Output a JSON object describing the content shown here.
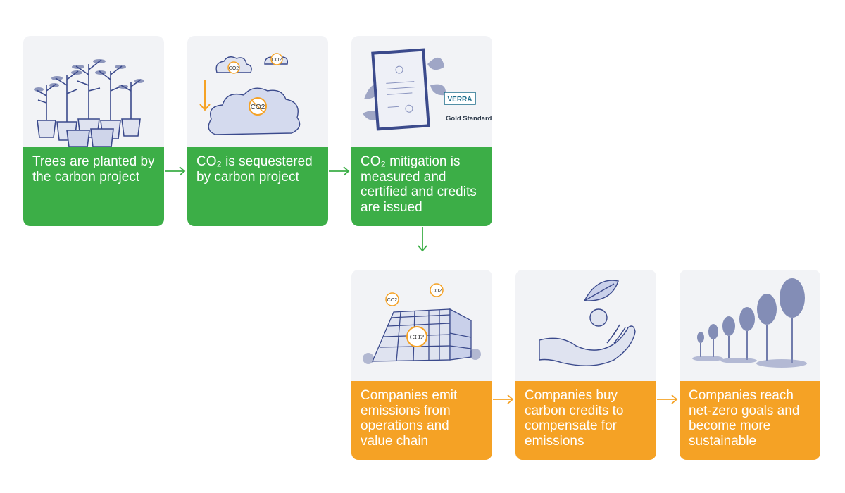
{
  "steps": [
    {
      "id": 1,
      "caption": "Trees are planted by the carbon project",
      "color": "#3cae47",
      "icon": "potted-trees-illustration"
    },
    {
      "id": 2,
      "caption": "CO₂ is sequestered by carbon project",
      "color": "#3cae47",
      "icon": "co2-clouds-illustration",
      "badges": [
        "CO2",
        "CO2",
        "CO2"
      ]
    },
    {
      "id": 3,
      "caption": "CO₂ mitigation is measured and certified and credits are issued",
      "color": "#3cae47",
      "icon": "certificate-illustration",
      "logos": {
        "verra": "VERRA",
        "gold_standard": "Gold Standard"
      }
    },
    {
      "id": 4,
      "caption": "Companies emit emissions from operations and value chain",
      "color": "#f5a225",
      "icon": "office-building-illustration",
      "badges": [
        "CO2",
        "CO2",
        "CO2"
      ]
    },
    {
      "id": 5,
      "caption": "Companies buy carbon credits to compensate for emissions",
      "color": "#f5a225",
      "icon": "hand-coin-leaf-illustration"
    },
    {
      "id": 6,
      "caption": "Companies reach net-zero goals and become more sustainable",
      "color": "#f5a225",
      "icon": "growing-trees-illustration"
    }
  ],
  "colors": {
    "arrow_green": "#3cae47",
    "arrow_orange": "#f5a225",
    "ink": "#3b4a8c",
    "card_bg": "#f2f3f6"
  }
}
